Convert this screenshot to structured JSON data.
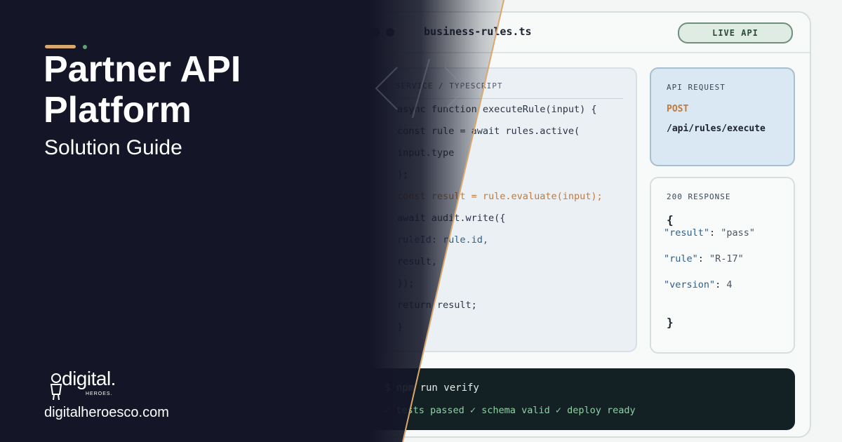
{
  "editor": {
    "filename": "business-rules.ts",
    "badge": "LIVE API",
    "code_panel_label": "SERVICE / TYPESCRIPT",
    "code_lines": [
      "async function executeRule(input) {",
      "const rule = await rules.active(",
      "input.type",
      ");",
      "const result = rule.evaluate(input);",
      "await audit.write({",
      "ruleId: rule.id,",
      "result,",
      "});",
      "return result;",
      "}"
    ]
  },
  "request": {
    "label": "API REQUEST",
    "method": "POST",
    "endpoint": "/api/rules/execute"
  },
  "response": {
    "label": "200 RESPONSE",
    "open_brace": "{",
    "close_brace": "}",
    "lines": [
      {
        "key": "\"result\"",
        "value": "\"pass\""
      },
      {
        "key": "\"rule\"",
        "value": "\"R-17\""
      },
      {
        "key": "\"version\"",
        "value": "4"
      }
    ]
  },
  "terminal": {
    "command": "$ npm run verify",
    "output": "✓ tests passed ✓ schema valid ✓ deploy ready"
  },
  "hero": {
    "title": "Partner API Platform",
    "subtitle": "Solution Guide"
  },
  "brand": {
    "logo_word": "digital.",
    "logo_sub": "HEROES.",
    "url": "digitalheroesco.com"
  },
  "colors": {
    "dark_panel": "#141627",
    "accent_gold": "#d9a86c",
    "accent_green": "#5da375",
    "method_orange": "#c27a3a"
  }
}
